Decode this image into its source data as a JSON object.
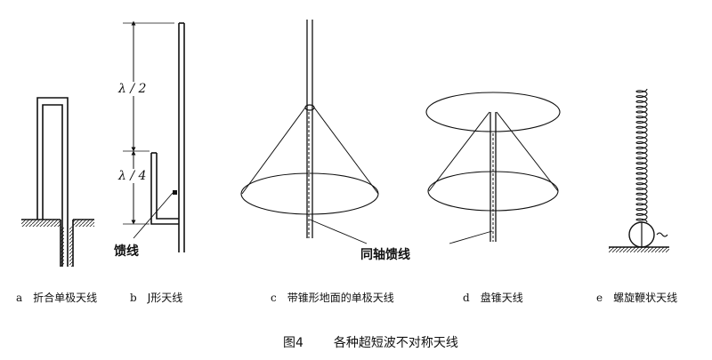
{
  "figure": {
    "number": "图4",
    "title": "各种超短波不对称天线"
  },
  "annotations": {
    "half_wave": "λ / 2",
    "quarter_wave": "λ / 4",
    "feed_line": "馈线",
    "coax_feed": "同轴馈线"
  },
  "panels": [
    {
      "letter": "a",
      "name": "折合单极天线"
    },
    {
      "letter": "b",
      "name": "J形天线"
    },
    {
      "letter": "c",
      "name": "带锥形地面的单极天线"
    },
    {
      "letter": "d",
      "name": "盘锥天线"
    },
    {
      "letter": "e",
      "name": "螺旋鞭状天线"
    }
  ]
}
